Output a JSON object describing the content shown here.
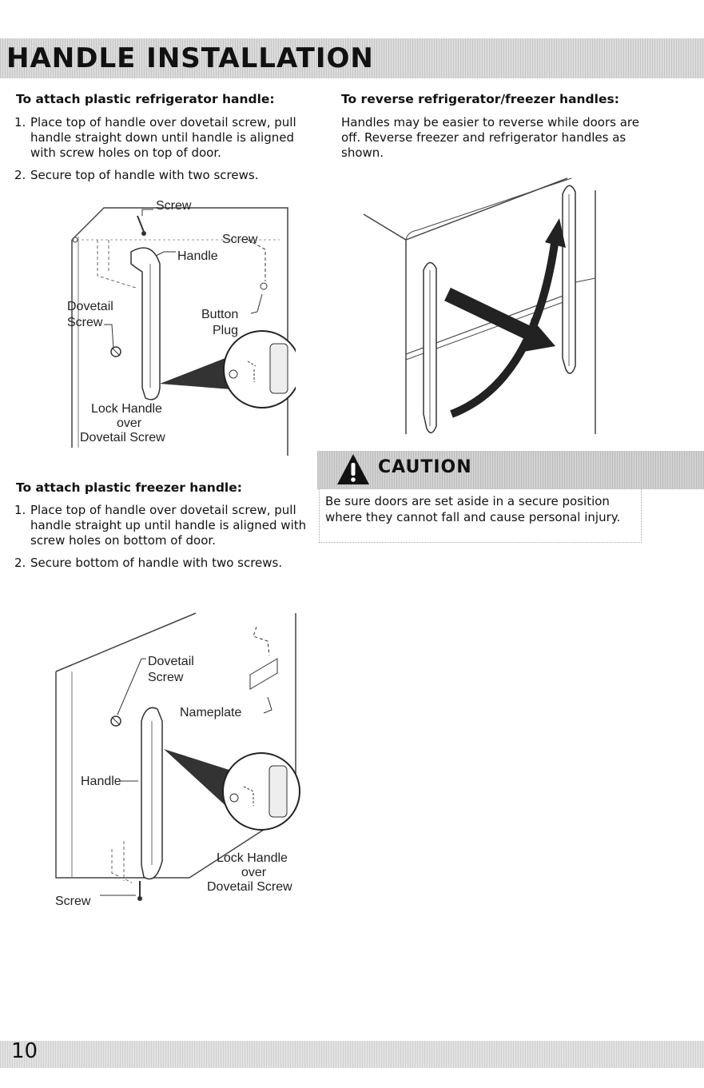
{
  "header": {
    "title": "HANDLE INSTALLATION"
  },
  "refrigerator_section": {
    "heading": "To attach plastic refrigerator handle:",
    "steps": [
      {
        "num": "1.",
        "text": "Place top of handle over dovetail screw, pull handle straight down until handle is aligned with screw holes on top of door."
      },
      {
        "num": "2.",
        "text": "Secure top of handle with two screws."
      }
    ],
    "figure_labels": {
      "screw_top": "Screw",
      "screw_right": "Screw",
      "handle": "Handle",
      "dovetail_line1": "Dovetail",
      "dovetail_line2": "Screw",
      "button_line1": "Button",
      "button_line2": "Plug",
      "lock_line1": "Lock Handle",
      "lock_line2": "over",
      "lock_line3": "Dovetail Screw"
    }
  },
  "freezer_section": {
    "heading": "To attach plastic freezer handle:",
    "steps": [
      {
        "num": "1.",
        "text": "Place top of handle over dovetail screw, pull handle straight up until handle is aligned with screw holes on bottom of door."
      },
      {
        "num": "2.",
        "text": "Secure bottom of handle with two screws."
      }
    ],
    "figure_labels": {
      "dovetail_line1": "Dovetail",
      "dovetail_line2": "Screw",
      "nameplate": "Nameplate",
      "handle": "Handle",
      "lock_line1": "Lock Handle",
      "lock_line2": "over",
      "lock_line3": "Dovetail Screw",
      "screw": "Screw"
    }
  },
  "reverse_section": {
    "heading": "To reverse refrigerator/freezer handles:",
    "text": "Handles may be easier to reverse while doors are off. Reverse freezer and refrigerator handles as shown."
  },
  "caution": {
    "title": "CAUTION",
    "text": "Be sure doors are set aside in a secure position where they cannot fall and cause personal injury."
  },
  "footer": {
    "page_number": "10"
  }
}
